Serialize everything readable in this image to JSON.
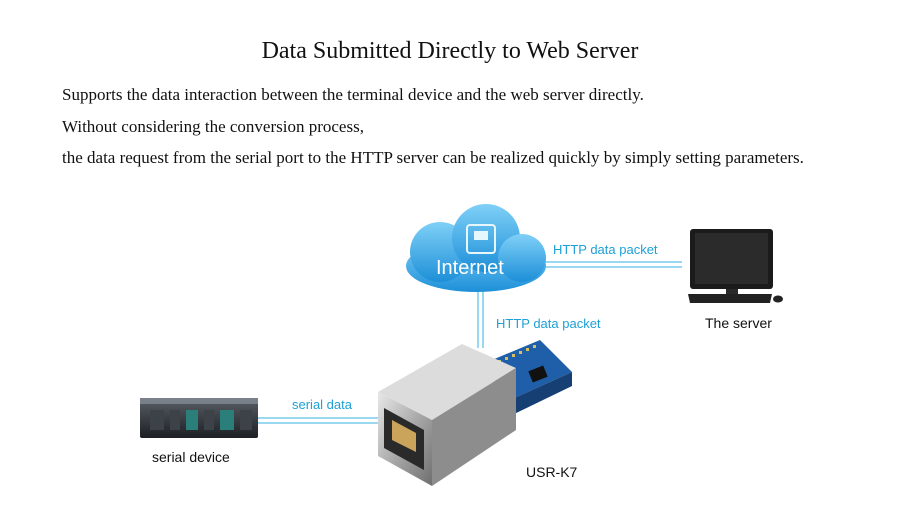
{
  "title": "Data Submitted Directly to Web Server",
  "description": [
    "Supports the data interaction between the terminal device and the web server directly.",
    "Without considering the conversion process,",
    "the data request from the serial port to the HTTP server can be realized quickly by simply setting parameters."
  ],
  "diagram": {
    "cloud_label": "Internet",
    "link_cloud_server": "HTTP data packet",
    "link_cloud_module": "HTTP data packet",
    "link_device_module": "serial data",
    "server_label": "The server",
    "device_label": "serial device",
    "module_label": "USR-K7",
    "accent_color": "#1ea0d6"
  }
}
